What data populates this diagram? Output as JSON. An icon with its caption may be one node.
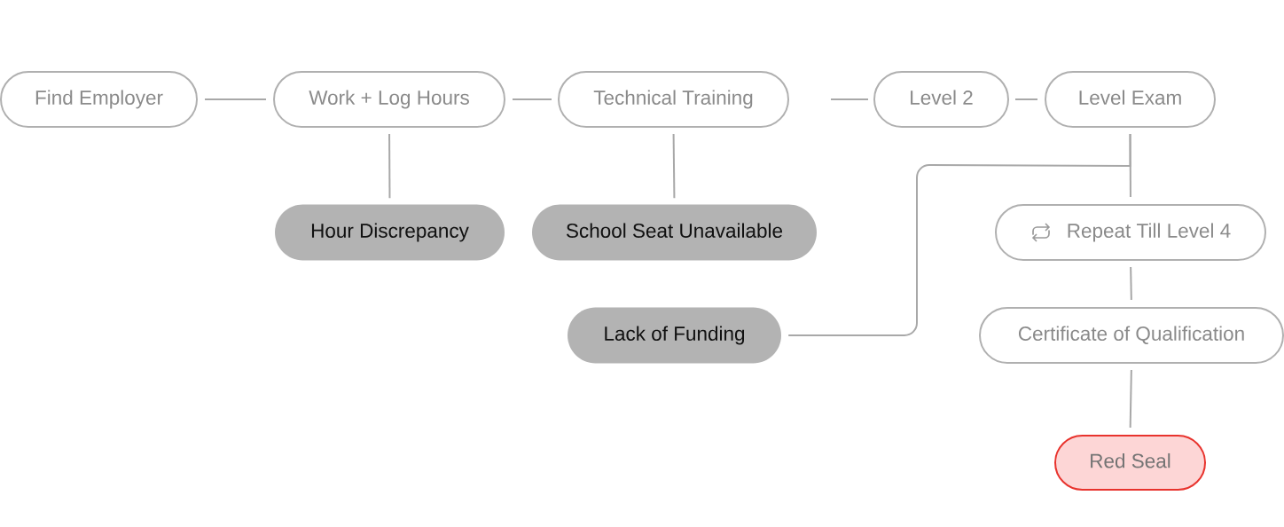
{
  "diagram": {
    "nodes": [
      {
        "text": [
          "Find Employer"
        ]
      },
      {
        "text": [
          "Work + Log Hours"
        ]
      },
      {
        "text": [
          "Technical Training"
        ]
      },
      {
        "text": [
          "Level 2"
        ]
      },
      {
        "text": [
          "Level Exam"
        ]
      },
      {
        "text": [
          "Hour Discrepancy"
        ]
      },
      {
        "text": [
          "School Seat Unavailable"
        ]
      },
      {
        "text": [
          "Repeat Till Level 4"
        ]
      },
      {
        "text": [
          "Lack of Funding"
        ]
      },
      {
        "text": [
          "Certificate of Qualification"
        ]
      },
      {
        "text": [
          "Red Seal"
        ]
      }
    ],
    "edges": [
      {
        "from": 0,
        "to": 1,
        "arrow": "none"
      },
      {
        "from": 1,
        "to": 2,
        "arrow": "none"
      },
      {
        "from": 2,
        "to": 3,
        "arrow": "none"
      },
      {
        "from": 3,
        "to": 4,
        "arrow": "none"
      },
      {
        "from": 1,
        "to": 5,
        "arrow": "none"
      },
      {
        "from": 2,
        "to": 6,
        "arrow": "none"
      },
      {
        "from": 4,
        "to": 7,
        "arrow": "none"
      },
      {
        "from": 4,
        "to": 8,
        "arrow": "none"
      },
      {
        "from": 7,
        "to": 9,
        "arrow": "none"
      },
      {
        "from": 9,
        "to": 10,
        "arrow": "none"
      }
    ]
  }
}
